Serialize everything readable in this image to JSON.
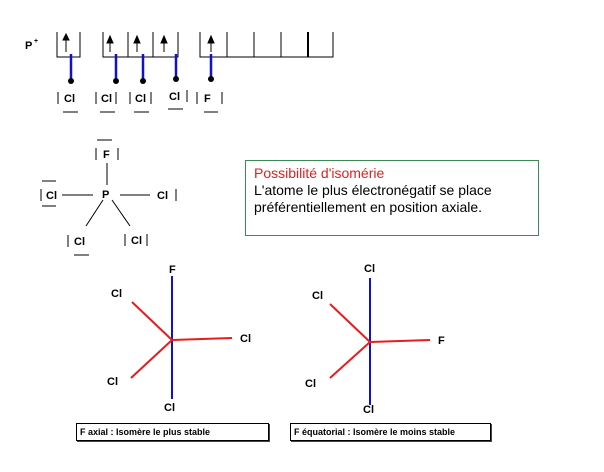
{
  "config": {
    "ion_label": "P",
    "ion_charge": "+",
    "ligand_labels": [
      "Cl",
      "Cl",
      "Cl",
      "Cl",
      "F"
    ]
  },
  "lewis": {
    "center": "P",
    "axial_top": "F",
    "left": "Cl",
    "right": "Cl",
    "bottom_left": "Cl",
    "bottom_right": "Cl"
  },
  "note": {
    "title": "Possibilité d'isomérie",
    "text": "L'atome le plus électronégatif  se place préférentiellement en position axiale."
  },
  "isomer_axial": {
    "top": "F",
    "upper_left": "Cl",
    "right": "Cl",
    "lower_left": "Cl",
    "bottom": "Cl",
    "caption": "F axial : Isomère le plus stable"
  },
  "isomer_equatorial": {
    "top": "Cl",
    "upper_left": "Cl",
    "right": "F",
    "lower_left": "Cl",
    "bottom": "Cl",
    "caption": "F équatorial : Isomère le moins stable"
  },
  "colors": {
    "bond_axial": "#1010d0",
    "bond_equatorial": "#e81c1c",
    "note_border": "#3a8a55",
    "note_title": "#e02020"
  }
}
